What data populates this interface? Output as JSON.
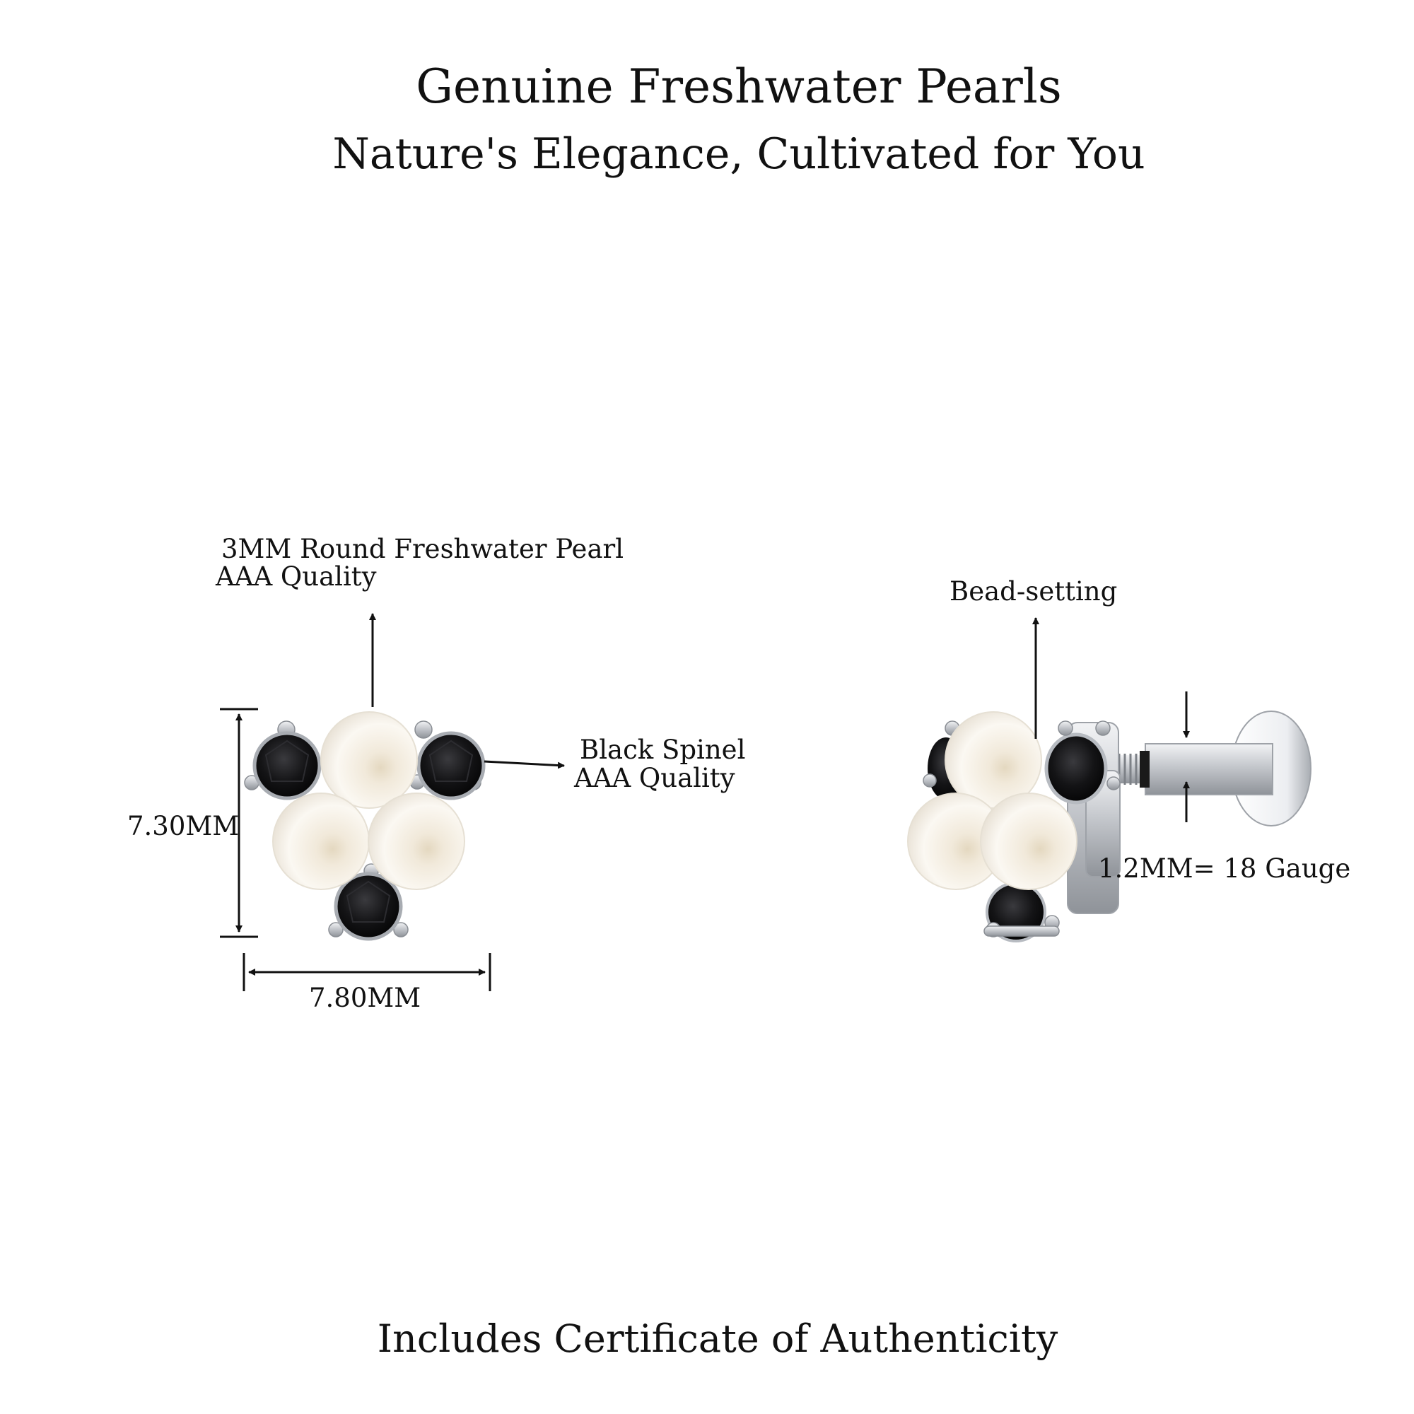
{
  "header": {
    "title": "Genuine Freshwater Pearls",
    "subtitle": "Nature's Elegance, Cultivated for You"
  },
  "front_view": {
    "pearl_label": {
      "line1": "3MM Round Freshwater Pearl",
      "line2": "AAA Quality"
    },
    "spinel_label": {
      "line1": "Black Spinel",
      "line2": "AAA Quality"
    },
    "height_label": "7.30MM",
    "width_label": "7.80MM"
  },
  "side_view": {
    "setting_label": "Bead-setting",
    "gauge_label": "1.2MM=  18 Gauge"
  },
  "footer": {
    "text": "Includes Certificate of Authenticity"
  },
  "colors": {
    "pearl": "#f6f1e7",
    "spinel": "#0e0e10",
    "metal": "#c9ccd1",
    "text": "#111111"
  }
}
